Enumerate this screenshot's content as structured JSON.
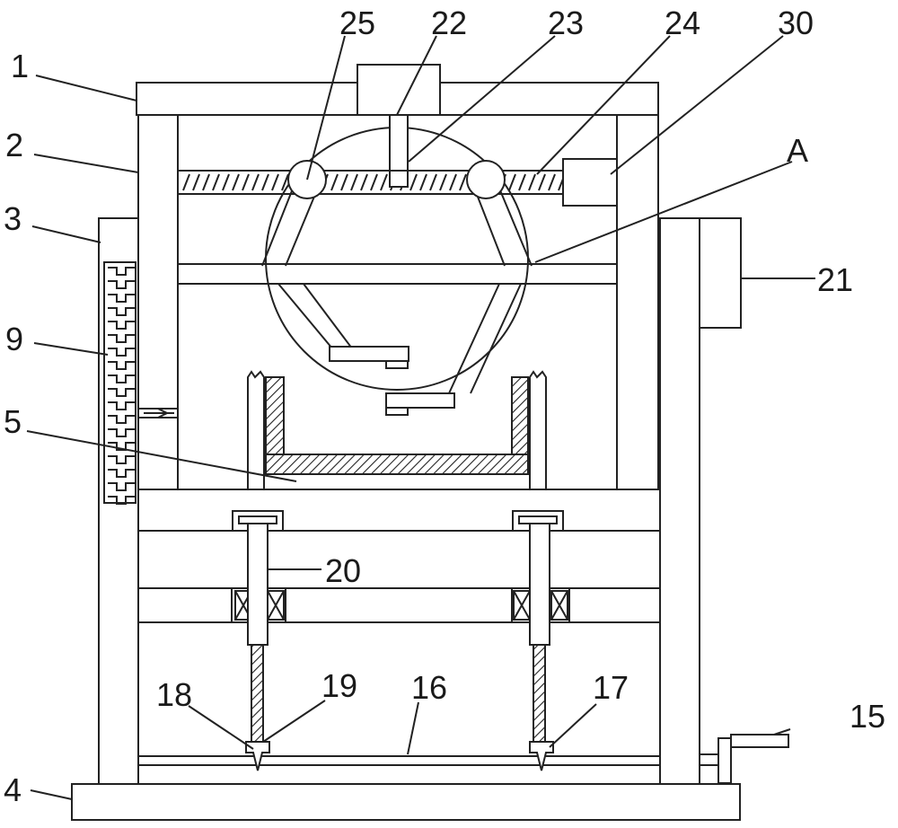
{
  "labels": {
    "l1": "1",
    "l2": "2",
    "l3": "3",
    "l4": "4",
    "l5": "5",
    "l9": "9",
    "l15": "15",
    "l16": "16",
    "l17": "17",
    "l18": "18",
    "l19": "19",
    "l20": "20",
    "l21": "21",
    "l22": "22",
    "l23": "23",
    "l24": "24",
    "l25": "25",
    "l30": "30",
    "lA": "A"
  },
  "colors": {
    "stroke": "#222222",
    "background": "#ffffff"
  }
}
